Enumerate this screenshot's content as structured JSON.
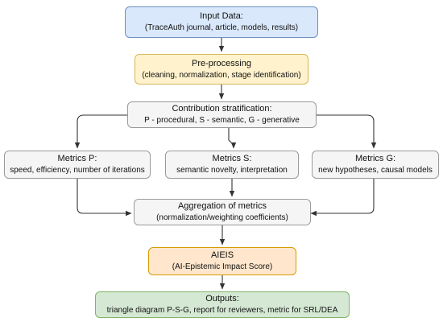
{
  "nodes": {
    "input": {
      "title": "Input Data:",
      "subtitle": "(TraceAuth journal, article, models, results)"
    },
    "preprocessing": {
      "title": "Pre-processing",
      "subtitle": "(cleaning, normalization, stage identification)"
    },
    "stratification": {
      "title": "Contribution stratification:",
      "subtitle": "P - procedural, S - semantic, G - generative"
    },
    "metrics_p": {
      "title": "Metrics P:",
      "subtitle": "speed, efficiency, number of iterations"
    },
    "metrics_s": {
      "title": "Metrics S:",
      "subtitle": "semantic novelty, interpretation"
    },
    "metrics_g": {
      "title": "Metrics G:",
      "subtitle": "new hypotheses, causal models"
    },
    "aggregation": {
      "title": "Aggregation of metrics",
      "subtitle": "(normalization/weighting coefficients)"
    },
    "aieis": {
      "title": "AIEIS",
      "subtitle": "(AI-Epistemic Impact Score)"
    },
    "outputs": {
      "title": "Outputs:",
      "subtitle": "triangle diagram P-S-G, report for reviewers, metric for SRL/DEA"
    }
  },
  "colors": {
    "blue_fill": "#dae8fc",
    "yellow_fill": "#fff2cc",
    "grey_fill": "#f5f5f5",
    "orange_fill": "#ffe6cc",
    "green_fill": "#d5e8d4",
    "edge": "#333333"
  }
}
